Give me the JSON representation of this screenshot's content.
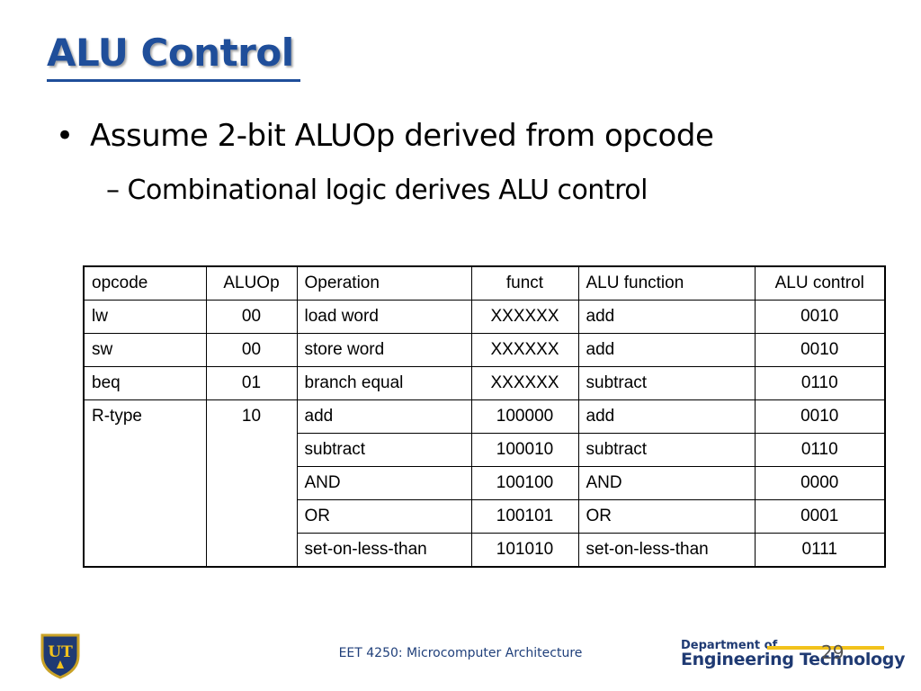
{
  "slide": {
    "title": "ALU Control",
    "bullet1": "Assume 2-bit ALUOp derived from opcode",
    "bullet2": "Combinational logic derives ALU control"
  },
  "table": {
    "headers": [
      "opcode",
      "ALUOp",
      "Operation",
      "funct",
      "ALU function",
      "ALU control"
    ],
    "rows": [
      [
        "lw",
        "00",
        "load word",
        "XXXXXX",
        "add",
        "0010"
      ],
      [
        "sw",
        "00",
        "store word",
        "XXXXXX",
        "add",
        "0010"
      ],
      [
        "beq",
        "01",
        "branch equal",
        "XXXXXX",
        "subtract",
        "0110"
      ],
      [
        "R-type",
        "10",
        "add",
        "100000",
        "add",
        "0010"
      ],
      [
        "",
        "",
        "subtract",
        "100010",
        "subtract",
        "0110"
      ],
      [
        "",
        "",
        "AND",
        "100100",
        "AND",
        "0000"
      ],
      [
        "",
        "",
        "OR",
        "100101",
        "OR",
        "0001"
      ],
      [
        "",
        "",
        "set-on-less-than",
        "101010",
        "set-on-less-than",
        "0111"
      ]
    ]
  },
  "footer": {
    "logo_text": "UT",
    "course": "EET 4250: Microcomputer Architecture",
    "dept_top": "Department of",
    "dept_bottom": "Engineering Technology",
    "page": "29"
  },
  "colors": {
    "title": "#1f4e9a",
    "dept": "#1f3a73",
    "dept_bar": "#f2c21b",
    "shield": "#1f3a73",
    "shield_border": "#c9a227"
  }
}
